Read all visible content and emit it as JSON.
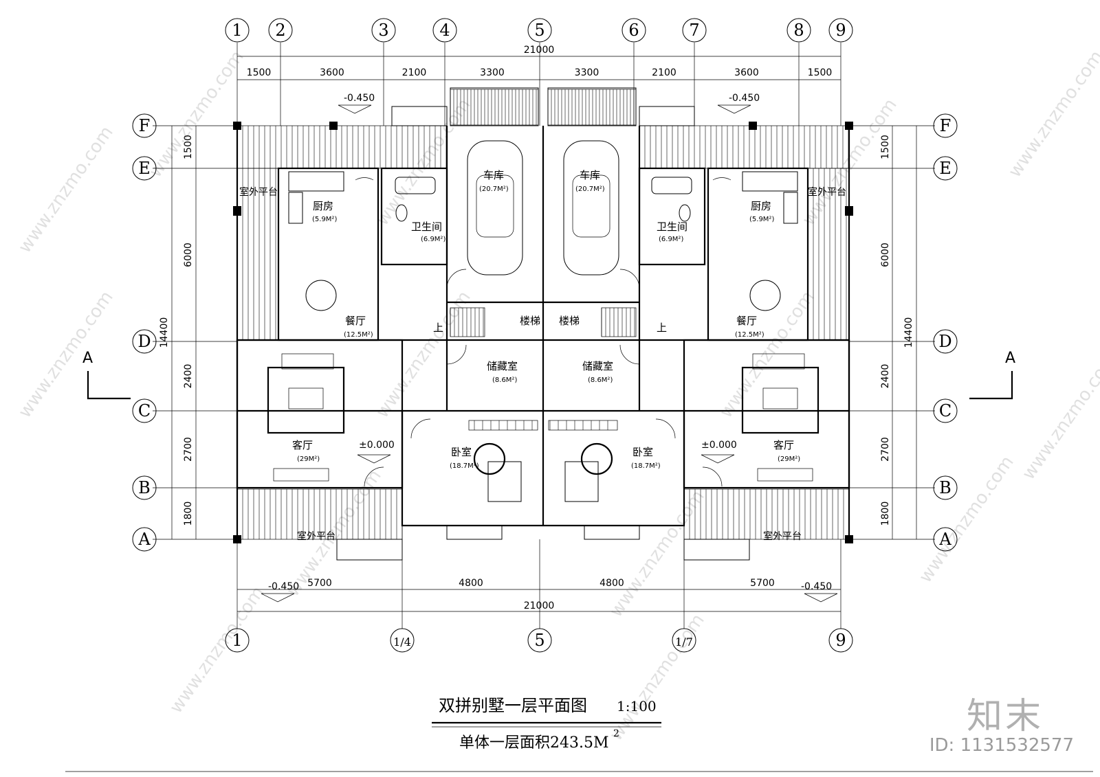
{
  "drawing": {
    "title": "双拼别墅一层平面图",
    "scale": "1:100",
    "subtitle": "单体一层面积243.5M",
    "subtitle_sup": "2"
  },
  "grid": {
    "top_axes": [
      "1",
      "2",
      "3",
      "4",
      "5",
      "6",
      "7",
      "8",
      "9"
    ],
    "bottom_axes": [
      "1",
      "1/4",
      "5",
      "1/7",
      "9"
    ],
    "rows": [
      "F",
      "E",
      "D",
      "C",
      "B",
      "A"
    ]
  },
  "dims": {
    "overall": "21000",
    "top": [
      "1500",
      "3600",
      "2100",
      "3300",
      "3300",
      "2100",
      "3600",
      "1500"
    ],
    "bottom": [
      "5700",
      "4800",
      "4800",
      "5700"
    ],
    "left": [
      "1500",
      "6000",
      "2400",
      "2700",
      "1800"
    ],
    "total_height": "14400"
  },
  "levels": {
    "outdoor": "-0.450",
    "floor": "±0.000"
  },
  "rooms": {
    "garage": "车库",
    "garage_area": "(20.7M²)",
    "bath": "卫生间",
    "bath_area": "(6.9M²)",
    "kitchen": "厨房",
    "kitchen_area": "(5.9M²)",
    "dining": "餐厅",
    "dining_area": "(12.5M²)",
    "stair": "楼梯",
    "up": "上",
    "storage": "储藏室",
    "storage_area": "(8.6M²)",
    "living": "客厅",
    "living_area": "(29M²)",
    "bedroom": "卧室",
    "bedroom_area": "(18.7M²)",
    "terrace": "室外平台"
  },
  "section_mark": "A",
  "watermark": "www.znzmo.com",
  "logo": "知末",
  "id_text": "ID: 1131532577"
}
